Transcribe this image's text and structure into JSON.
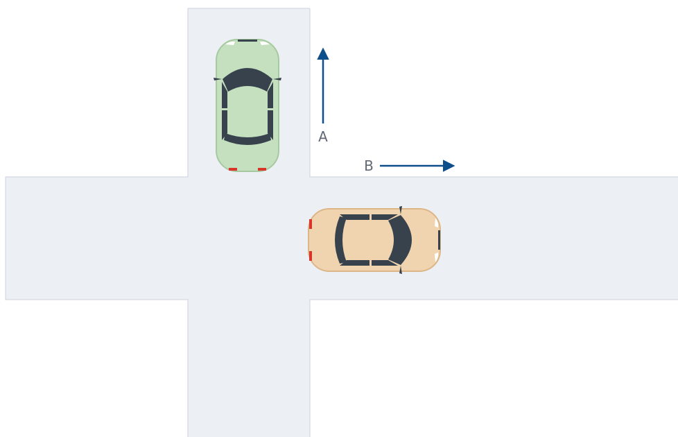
{
  "labels": {
    "a": "A",
    "b": "B"
  },
  "colors": {
    "road": "#eceff4",
    "road_edge": "#cdd2db",
    "arrow": "#0d4f8b",
    "label_text": "#606874",
    "car_a_body": "#c4e0bf",
    "car_a_trim": "#a6c9a0",
    "car_b_body": "#f0d4b0",
    "car_b_trim": "#dcb687",
    "glass": "#37424d",
    "tail_light": "#d9352b",
    "head_light": "#ffffff"
  },
  "vehicles": [
    {
      "id": "car-a",
      "label": "A",
      "heading": "north"
    },
    {
      "id": "car-b",
      "label": "B",
      "heading": "east"
    }
  ]
}
